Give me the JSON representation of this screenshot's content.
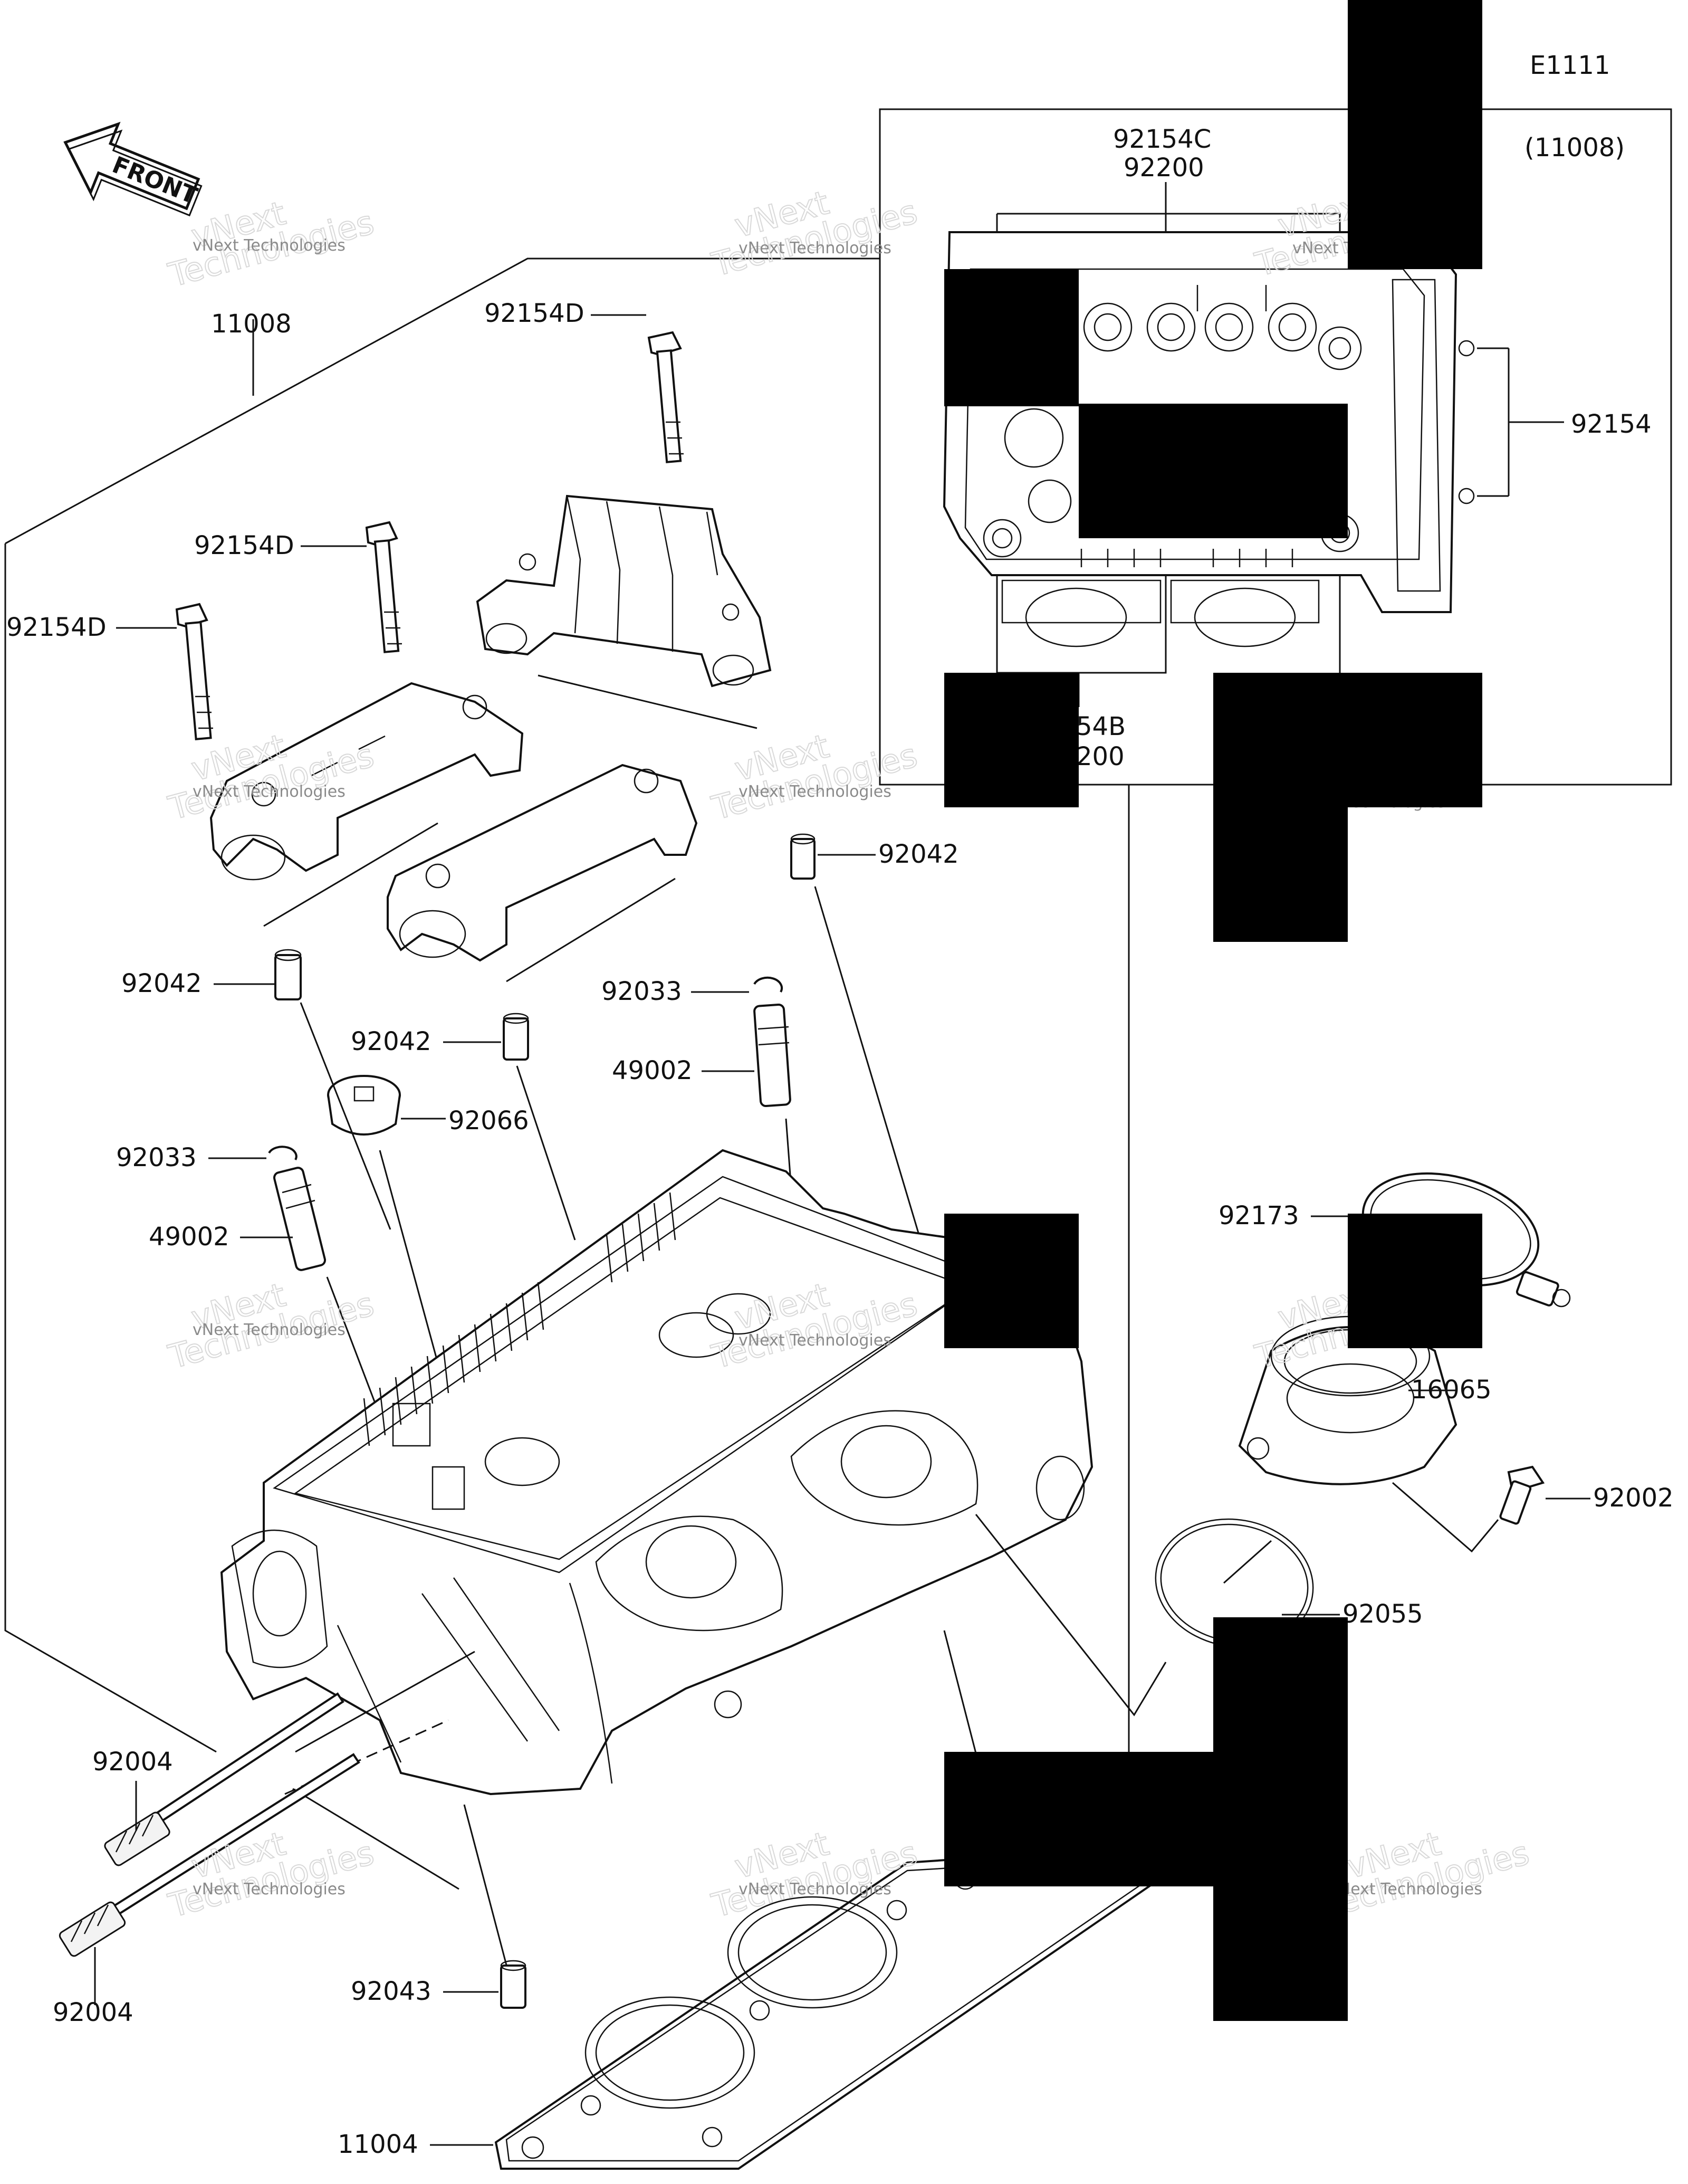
{
  "diagram_code": "E1111",
  "inset_assembly_ref": "(11008)",
  "front_arrow_label": "FRONT",
  "watermark": {
    "line1": "vNext Technologies",
    "line2": "vNext",
    "line3": "Technologies"
  },
  "inset_labels": {
    "top_a": "92154C",
    "top_b": "92200",
    "right": "92154",
    "bottom_a": "54B",
    "bottom_b": "200"
  },
  "labels": {
    "p11008": "11008",
    "p92154D_a": "92154D",
    "p92154D_b": "92154D",
    "p92154D_c": "92154D",
    "p92042_a": "92042",
    "p92042_b": "92042",
    "p92042_c": "92042",
    "p92033_a": "92033",
    "p92033_b": "92033",
    "p49002_a": "49002",
    "p49002_b": "49002",
    "p92066": "92066",
    "p92173": "92173",
    "p16065": "16065",
    "p92002": "92002",
    "p92055": "92055",
    "p92004_a": "92004",
    "p92004_b": "92004",
    "p92043": "92043",
    "p11004": "11004"
  }
}
